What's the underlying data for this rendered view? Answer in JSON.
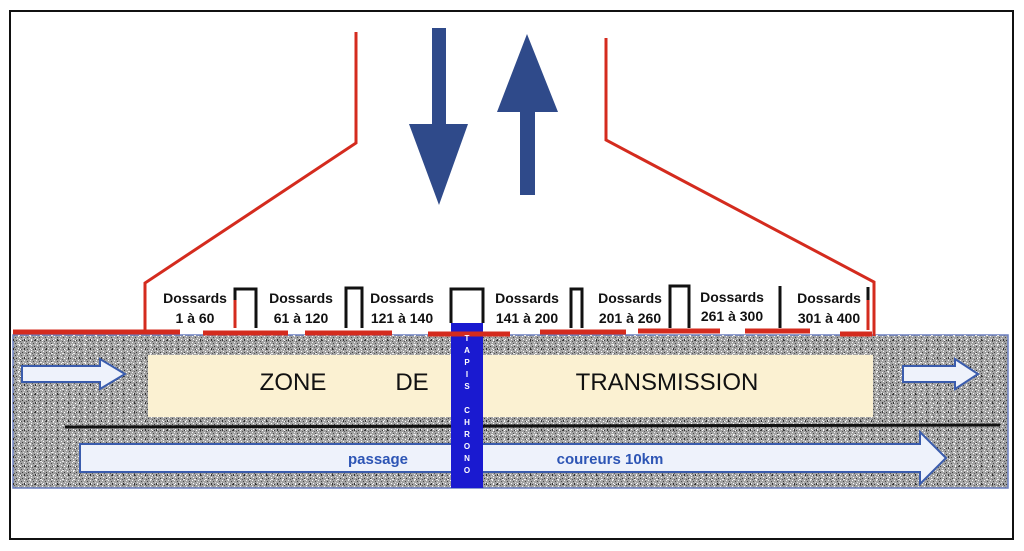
{
  "zone": {
    "word1": "ZONE",
    "word2": "DE",
    "word3": "TRANSMISSION"
  },
  "tapis": {
    "letters": [
      "T",
      "A",
      "P",
      "I",
      "S"
    ],
    "letters2": [
      "C",
      "H",
      "R",
      "O",
      "N",
      "O"
    ]
  },
  "passage": {
    "left": "passage",
    "right": "coureurs 10km"
  },
  "dossards": [
    {
      "l1": "Dossards",
      "l2": "1 à 60"
    },
    {
      "l1": "Dossards",
      "l2": "61 à 120"
    },
    {
      "l1": "Dossards",
      "l2": "121 à 140"
    },
    {
      "l1": "Dossards",
      "l2": "141 à 200"
    },
    {
      "l1": "Dossards",
      "l2": "201 à 260"
    },
    {
      "l1": "Dossards",
      "l2": "261 à 300"
    },
    {
      "l1": "Dossards",
      "l2": "301 à 400"
    }
  ],
  "colors": {
    "barrier": "#d42b1e",
    "arrow_blue": "#2f4a8a",
    "mat_blue": "#1a1ad0",
    "zone_fill": "#fbf1d2",
    "road_gray": "#9a9a9a"
  }
}
